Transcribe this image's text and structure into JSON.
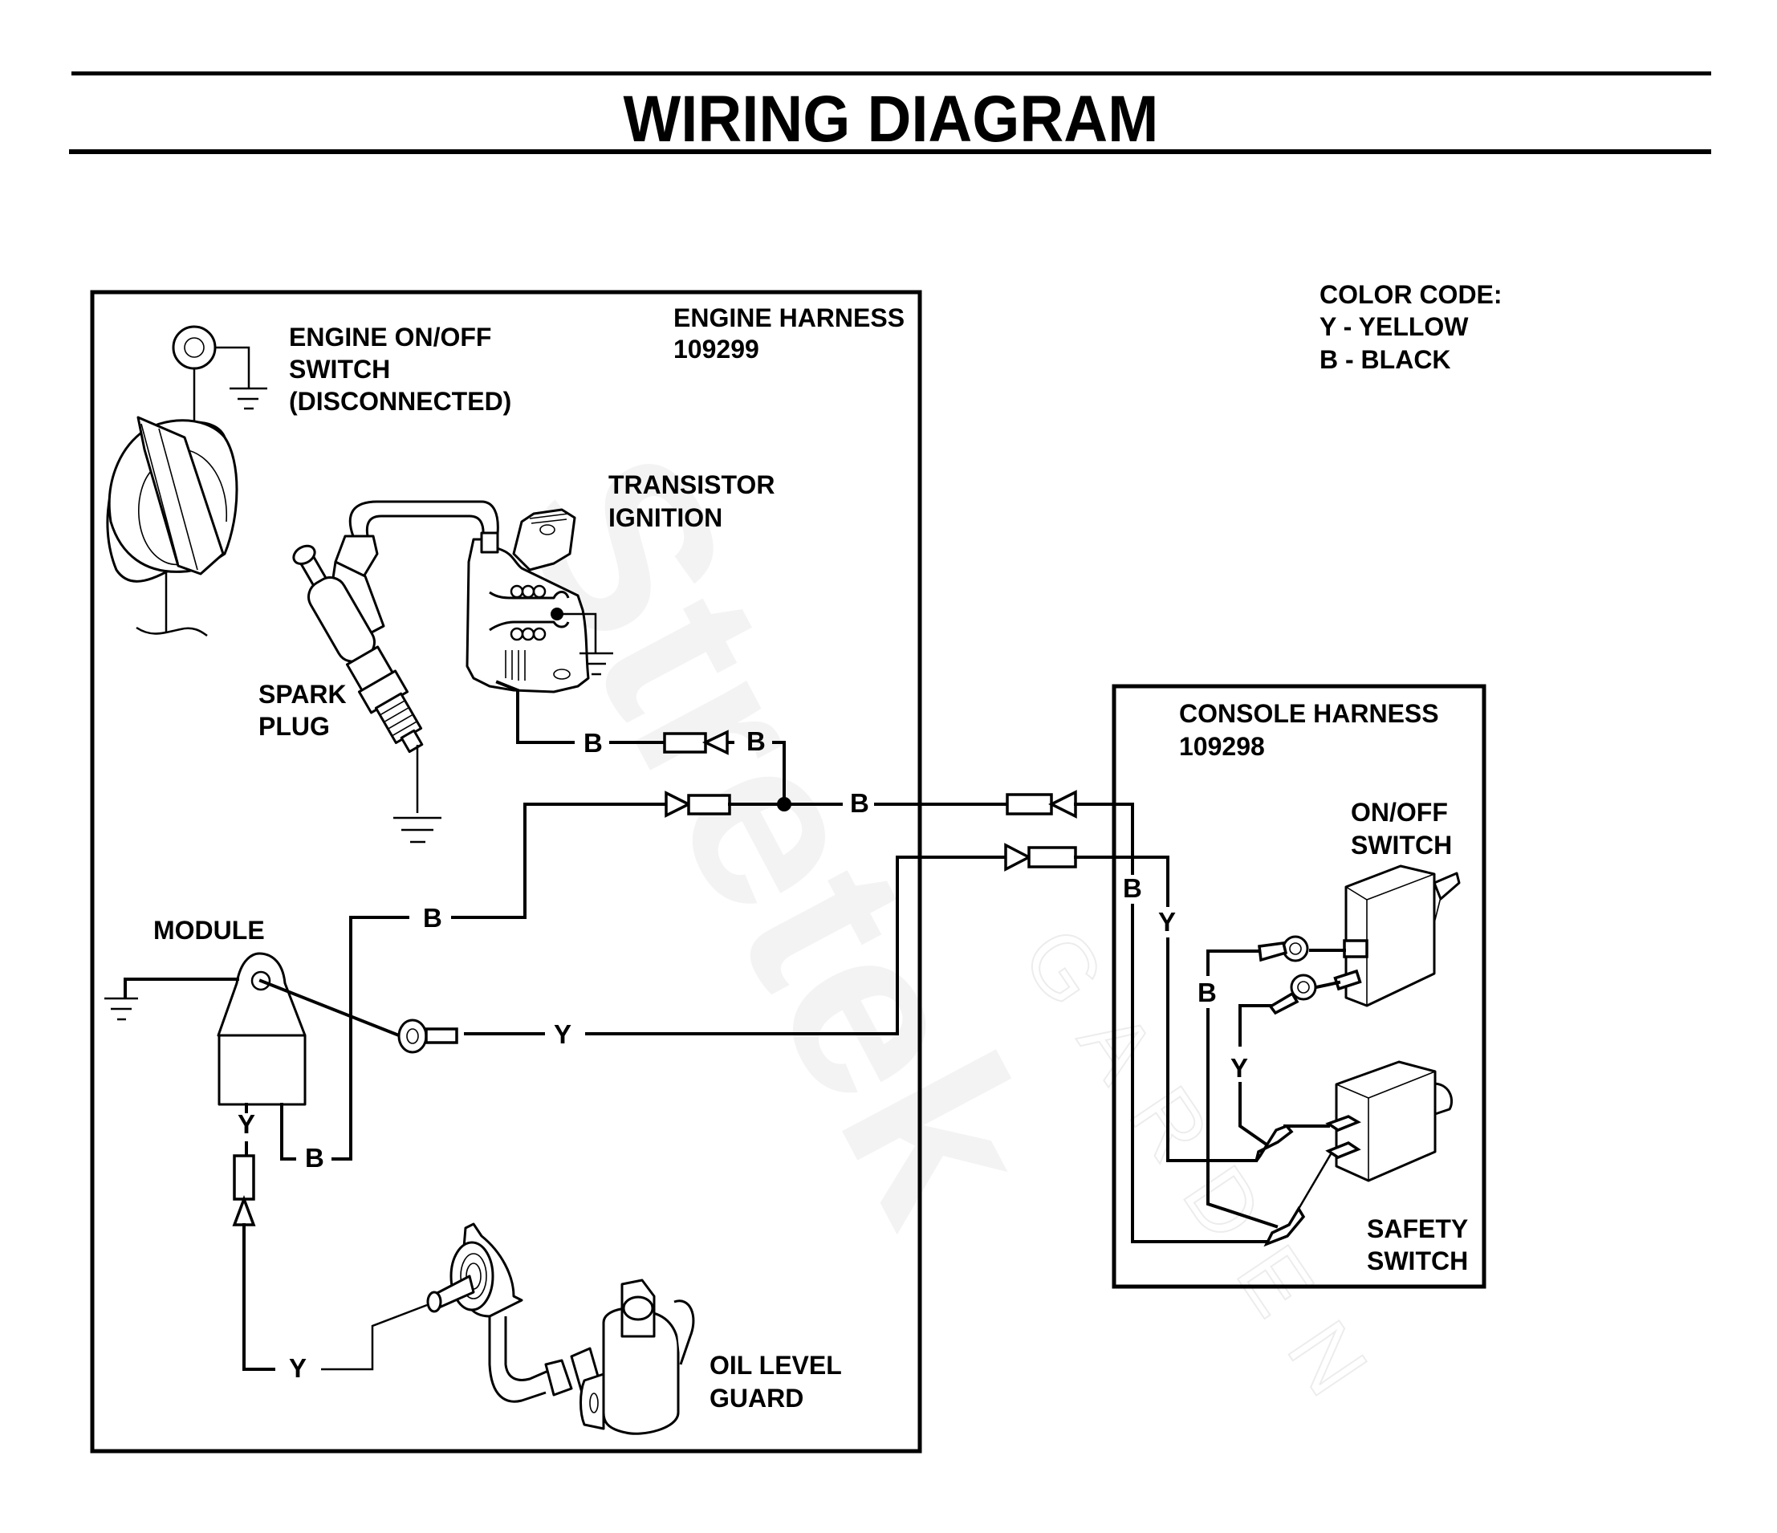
{
  "header": {
    "title": "WIRING DIAGRAM"
  },
  "color_code": {
    "heading": "COLOR CODE:",
    "entries": [
      {
        "code": "Y",
        "text": "Y - YELLOW",
        "meaning": "YELLOW"
      },
      {
        "code": "B",
        "text": "B - BLACK",
        "meaning": "BLACK"
      }
    ]
  },
  "engine_harness": {
    "title": "ENGINE HARNESS",
    "part_number": "109299",
    "components": {
      "engine_switch": {
        "line1": "ENGINE ON/OFF",
        "line2": "SWITCH",
        "line3": "(DISCONNECTED)"
      },
      "transistor_ignition": {
        "line1": "TRANSISTOR",
        "line2": "IGNITION"
      },
      "spark_plug": {
        "line1": "SPARK",
        "line2": "PLUG"
      },
      "module": {
        "line1": "MODULE"
      },
      "oil_level_guard": {
        "line1": "OIL LEVEL",
        "line2": "GUARD"
      }
    },
    "wire_labels": {
      "ignition_out": "B",
      "ignition_conn_right": "B",
      "junction_to_console": "B",
      "module_upper_b": "B",
      "module_lower_b": "B",
      "module_y_right": "Y",
      "module_y_down": "Y",
      "oil_guard_y": "Y"
    }
  },
  "console_harness": {
    "title": "CONSOLE HARNESS",
    "part_number": "109298",
    "components": {
      "on_off_switch": {
        "line1": "ON/OFF",
        "line2": "SWITCH"
      },
      "safety_switch": {
        "line1": "SAFETY",
        "line2": "SWITCH"
      }
    },
    "wire_labels": {
      "entry_b": "B",
      "entry_y": "Y",
      "switch_b": "B",
      "switch_y": "Y"
    }
  },
  "watermark": {
    "brand": "Stretek",
    "sub": "GARDEN"
  }
}
